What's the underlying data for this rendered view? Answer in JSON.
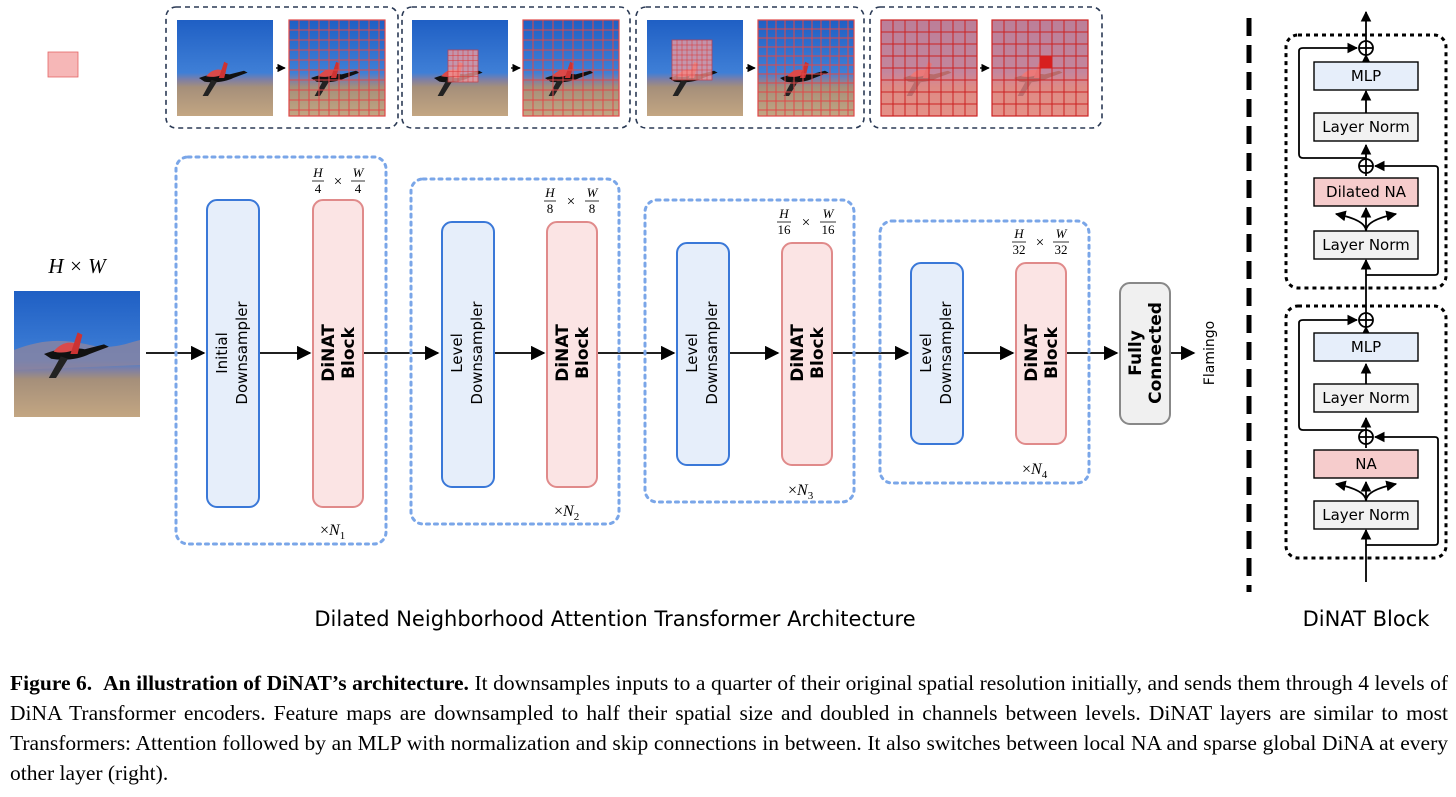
{
  "input": {
    "size_label": "H × W",
    "output_label": "Flamingo"
  },
  "stages": [
    {
      "downsampler_line1": "Initial",
      "downsampler_line2": "Downsampler",
      "block_line1": "DiNAT",
      "block_line2": "Block",
      "res_num_1": "H",
      "res_den_1": "4",
      "res_num_2": "W",
      "res_den_2": "4",
      "repeat": "N",
      "repeat_sub": "1"
    },
    {
      "downsampler_line1": "Level",
      "downsampler_line2": "Downsampler",
      "block_line1": "DiNAT",
      "block_line2": "Block",
      "res_num_1": "H",
      "res_den_1": "8",
      "res_num_2": "W",
      "res_den_2": "8",
      "repeat": "N",
      "repeat_sub": "2"
    },
    {
      "downsampler_line1": "Level",
      "downsampler_line2": "Downsampler",
      "block_line1": "DiNAT",
      "block_line2": "Block",
      "res_num_1": "H",
      "res_den_1": "16",
      "res_num_2": "W",
      "res_den_2": "16",
      "repeat": "N",
      "repeat_sub": "3"
    },
    {
      "downsampler_line1": "Level",
      "downsampler_line2": "Downsampler",
      "block_line1": "DiNAT",
      "block_line2": "Block",
      "res_num_1": "H",
      "res_den_1": "32",
      "res_num_2": "W",
      "res_den_2": "32",
      "repeat": "N",
      "repeat_sub": "4"
    }
  ],
  "fully_connected": {
    "line1": "Fully",
    "line2": "Connected"
  },
  "block_detail": {
    "upper": {
      "mlp": "MLP",
      "norm2": "Layer Norm",
      "attention": "Dilated NA",
      "norm1": "Layer Norm"
    },
    "lower": {
      "mlp": "MLP",
      "norm2": "Layer Norm",
      "attention": "NA",
      "norm1": "Layer Norm"
    }
  },
  "titles": {
    "architecture": "Dilated Neighborhood Attention Transformer Architecture",
    "block": "DiNAT Block"
  },
  "caption": {
    "label": "Figure 6.",
    "heading": "An illustration of DiNAT’s architecture.",
    "text": "It downsamples inputs to a quarter of their original spatial resolution initially, and sends them through 4 levels of DiNA Transformer encoders. Feature maps are downsampled to half their spatial size and doubled in channels between levels. DiNAT layers are similar to most Transformers: Attention followed by an MLP with normalization and skip connections in between. It also switches between local NA and sparse global DiNA at every other layer (right)."
  },
  "colors": {
    "downsampler_fill": "#e6eefa",
    "downsampler_stroke": "#3a78d8",
    "block_fill": "#fbe4e4",
    "block_stroke": "#e08a8a",
    "stage_border": "#7aa6e8",
    "attention_fill": "#f6cccc"
  }
}
